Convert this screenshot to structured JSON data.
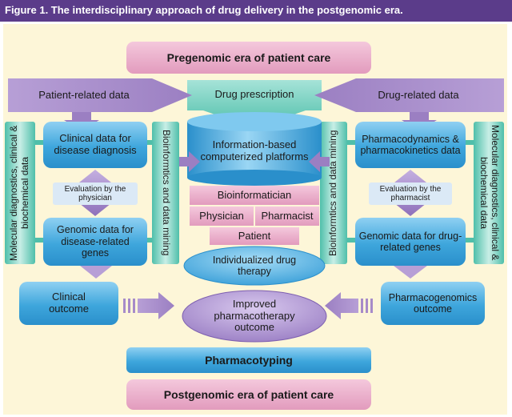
{
  "figure_title": "Figure 1. The interdisciplinary approach of drug delivery in the postgenomic era.",
  "nodes": {
    "pregenomic": "Pregenomic era of patient care",
    "patient_related": "Patient-related data",
    "drug_prescription": "Drug prescription",
    "drug_related": "Drug-related data",
    "clinical_data": "Clinical data for disease diagnosis",
    "info_platforms": "Information-based computerized platforms",
    "pk_pd": "Pharmacodynamics & pharmacokinetics data",
    "eval_physician": "Evaluation by the physician",
    "eval_pharmacist": "Evaluation by the pharmacist",
    "bioinformatician": "Bioinformatician",
    "physician": "Physician",
    "pharmacist": "Pharmacist",
    "patient": "Patient",
    "genomic_disease": "Genomic data for disease-related genes",
    "genomic_drug": "Genomic data for drug-related genes",
    "individualized": "Individualized drug therapy",
    "clinical_outcome": "Clinical outcome",
    "improved_outcome": "Improved pharmacotherapy outcome",
    "pgx_outcome": "Pharmacogenomics outcome",
    "pharmacotyping": "Pharmacotyping",
    "postgenomic": "Postgenomic era of patient care"
  },
  "side_labels": {
    "mol_left": "Molecular diagnostics, clinical & biochemical data",
    "bio_left": "Bioinformtics and data mining",
    "bio_right": "Bioinformtics and data mining",
    "mol_right": "Molecular diagnostics, clinical & biochemical data"
  },
  "colors": {
    "header": "#5b3c8a",
    "panel": "#fdf6d8",
    "pink": "#e9a9c8",
    "blue": "#3fa7dd",
    "purple": "#a78bc9",
    "teal": "#5cc7b4"
  }
}
